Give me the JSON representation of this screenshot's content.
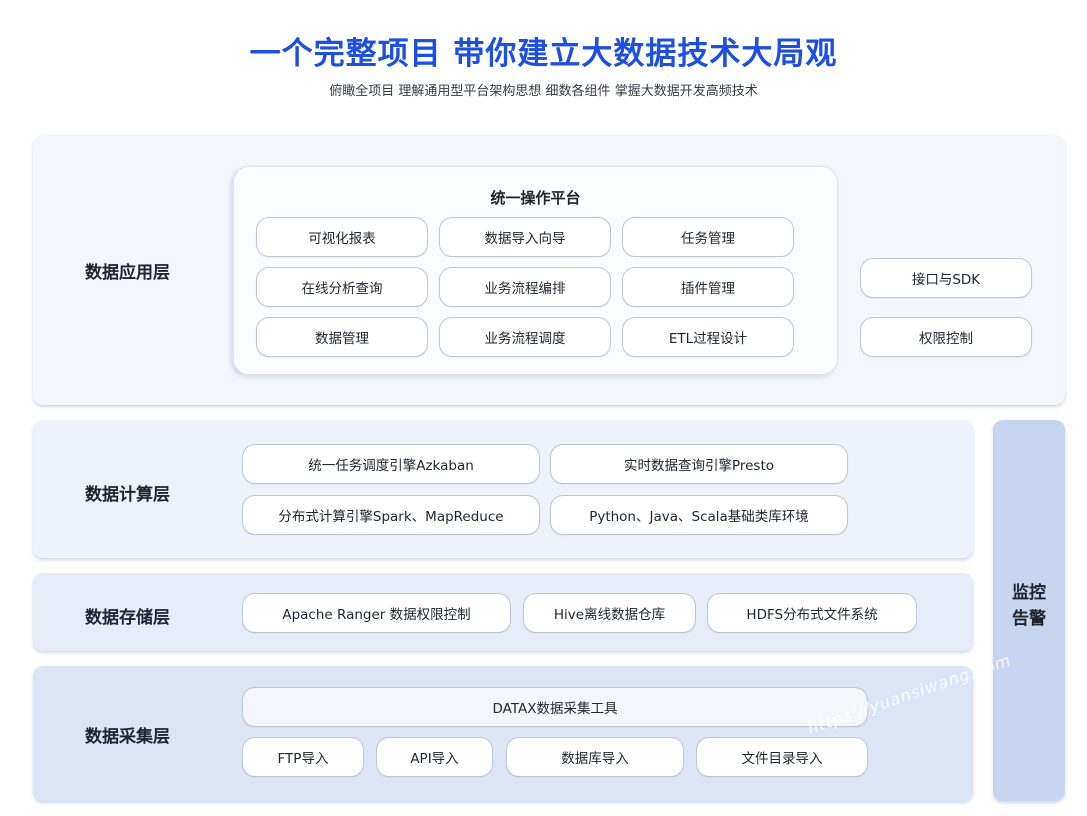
{
  "header": {
    "title": "一个完整项目 带你建立大数据技术大局观",
    "subtitle": "俯瞰全项目 理解通用型平台架构思想 细数各组件 掌握大数据开发高频技术"
  },
  "application_layer": {
    "label": "数据应用层",
    "platform": {
      "title": "统一操作平台",
      "items": [
        "可视化报表",
        "数据导入向导",
        "任务管理",
        "在线分析查询",
        "业务流程编排",
        "插件管理",
        "数据管理",
        "业务流程调度",
        "ETL过程设计"
      ]
    },
    "side_items": [
      "接口与SDK",
      "权限控制"
    ]
  },
  "compute_layer": {
    "label": "数据计算层",
    "items": [
      "统一任务调度引擎Azkaban",
      "实时数据查询引擎Presto",
      "分布式计算引擎Spark、MapReduce",
      "Python、Java、Scala基础类库环境"
    ]
  },
  "storage_layer": {
    "label": "数据存储层",
    "items": [
      "Apache Ranger 数据权限控制",
      "Hive离线数据仓库",
      "HDFS分布式文件系统"
    ]
  },
  "collect_layer": {
    "label": "数据采集层",
    "tool": "DATAX数据采集工具",
    "items": [
      "FTP导入",
      "API导入",
      "数据库导入",
      "文件目录导入"
    ]
  },
  "monitor": {
    "line1": "监控",
    "line2": "告警"
  },
  "watermark": "https://yuansiwang.com",
  "colors": {
    "title": "#1d4fe0",
    "application_layer_bg": "#f3f6fc",
    "compute_layer_bg": "#eef2fa",
    "storage_layer_bg": "#e6edf9",
    "collect_layer_bg": "#dbe5f6",
    "monitor_bg": "#c7d6f0"
  }
}
